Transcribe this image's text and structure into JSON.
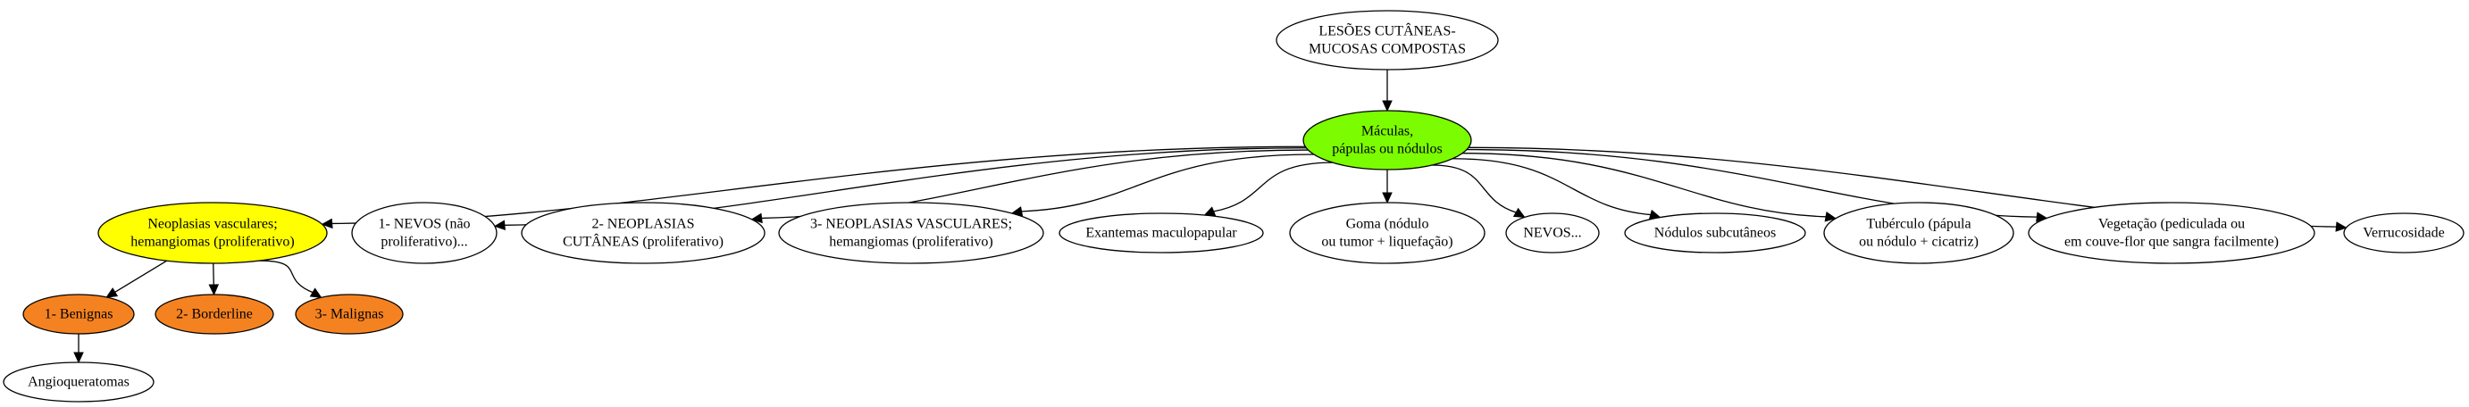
{
  "colors": {
    "root": "#ffffff",
    "hub": "#7cfc00",
    "highlight": "#ffff00",
    "subtype": "#f58220",
    "default": "#ffffff",
    "edge": "#000000"
  },
  "nodes": {
    "root": {
      "lines": [
        "LESÕES CUTÂNEAS-",
        "MUCOSAS COMPOSTAS"
      ],
      "fill": "root"
    },
    "hub": {
      "lines": [
        "Máculas,",
        "pápulas ou nódulos"
      ],
      "fill": "hub"
    },
    "neoplasias_vasculares": {
      "lines": [
        "Neoplasias vasculares;",
        "hemangiomas (proliferativo)"
      ],
      "fill": "highlight"
    },
    "nevos_1": {
      "lines": [
        "1- NEVOS (não",
        "proliferativo)..."
      ],
      "fill": "default"
    },
    "neoplasias_cutaneas": {
      "lines": [
        "2- NEOPLASIAS",
        "CUTÂNEAS (proliferativo)"
      ],
      "fill": "default"
    },
    "neoplasias_vasculares_3": {
      "lines": [
        "3- NEOPLASIAS VASCULARES;",
        "hemangiomas (proliferativo)"
      ],
      "fill": "default"
    },
    "exantemas": {
      "lines": [
        "Exantemas maculopapular"
      ],
      "fill": "default"
    },
    "goma": {
      "lines": [
        "Goma (nódulo",
        "ou tumor + liquefação)"
      ],
      "fill": "default"
    },
    "nevos": {
      "lines": [
        "NEVOS..."
      ],
      "fill": "default"
    },
    "nodulos": {
      "lines": [
        "Nódulos subcutâneos"
      ],
      "fill": "default"
    },
    "tuberculo": {
      "lines": [
        "Tubérculo (pápula",
        "ou nódulo + cicatriz)"
      ],
      "fill": "default"
    },
    "vegetacao": {
      "lines": [
        "Vegetação (pediculada ou",
        "em couve-flor que sangra facilmente)"
      ],
      "fill": "default"
    },
    "verrucosidade": {
      "lines": [
        "Verrucosidade"
      ],
      "fill": "default"
    },
    "benignas": {
      "lines": [
        "1- Benignas"
      ],
      "fill": "subtype"
    },
    "borderline": {
      "lines": [
        "2- Borderline"
      ],
      "fill": "subtype"
    },
    "malignas": {
      "lines": [
        "3- Malignas"
      ],
      "fill": "subtype"
    },
    "angioqueratomas": {
      "lines": [
        "Angioqueratomas"
      ],
      "fill": "default"
    }
  },
  "edges": [
    [
      "root",
      "hub"
    ],
    [
      "hub",
      "neoplasias_vasculares"
    ],
    [
      "hub",
      "nevos_1"
    ],
    [
      "hub",
      "neoplasias_cutaneas"
    ],
    [
      "hub",
      "neoplasias_vasculares_3"
    ],
    [
      "hub",
      "exantemas"
    ],
    [
      "hub",
      "goma"
    ],
    [
      "hub",
      "nevos"
    ],
    [
      "hub",
      "nodulos"
    ],
    [
      "hub",
      "tuberculo"
    ],
    [
      "hub",
      "vegetacao"
    ],
    [
      "hub",
      "verrucosidade"
    ],
    [
      "neoplasias_vasculares",
      "benignas"
    ],
    [
      "neoplasias_vasculares",
      "borderline"
    ],
    [
      "neoplasias_vasculares",
      "malignas"
    ],
    [
      "benignas",
      "angioqueratomas"
    ]
  ]
}
